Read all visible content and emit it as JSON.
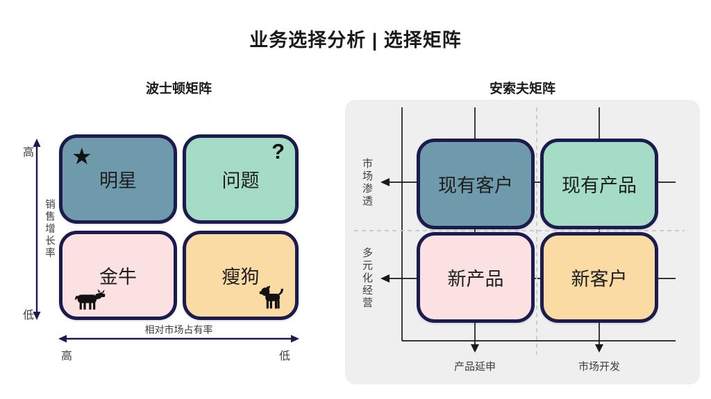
{
  "page_title": "业务选择分析 | 选择矩阵",
  "colors": {
    "quad-blue": "#6f9aab",
    "quad-teal": "#a5dcc6",
    "quad-pink": "#fce1e2",
    "quad-orange": "#fbdba4",
    "border-navy": "#1b1b4d",
    "panel-gray": "#efeff0",
    "line-black": "#1a1a1a",
    "dash-gray": "#c6c6c6",
    "text-dark": "#1a1a1a",
    "text-muted": "#3d3d3d"
  },
  "boston": {
    "title": "波士顿矩阵",
    "quadrants": [
      {
        "label": "明星",
        "icon": "star"
      },
      {
        "label": "问题",
        "icon": "question-mark"
      },
      {
        "label": "金牛",
        "icon": "cow"
      },
      {
        "label": "瘦狗",
        "icon": "dog"
      }
    ],
    "star_glyph": "★",
    "question_glyph": "?",
    "y_axis": {
      "label": "销售增长率",
      "top": "高",
      "bottom": "低"
    },
    "x_axis": {
      "label": "相对市场占有率",
      "left": "高",
      "right": "低"
    }
  },
  "ansoff": {
    "title": "安索夫矩阵",
    "quadrants": [
      {
        "label": "现有客户"
      },
      {
        "label": "现有产品"
      },
      {
        "label": "新产品"
      },
      {
        "label": "新客户"
      }
    ],
    "row_labels": [
      "市场渗透",
      "多元化经营"
    ],
    "col_labels": [
      "产品延申",
      "市场开发"
    ]
  }
}
